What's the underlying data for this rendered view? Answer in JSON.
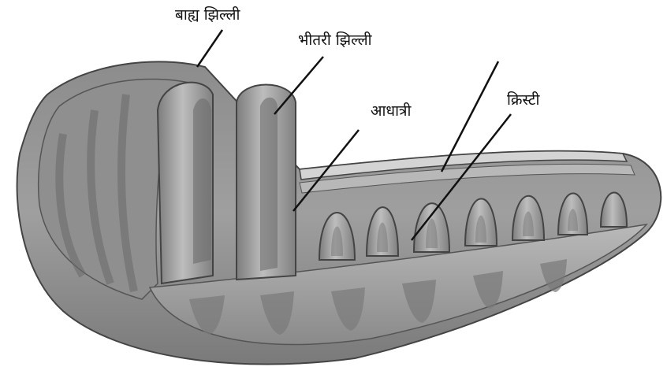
{
  "diagram": {
    "labels": {
      "outer_membrane": "बाह्य झिल्ली",
      "inner_membrane": "भीतरी झिल्ली",
      "matrix": "आधात्री",
      "cristae": "क्रिस्टी"
    },
    "colors": {
      "background": "#ffffff",
      "organelle_dark": "#6f6f6f",
      "organelle_mid": "#9a9a9a",
      "organelle_light": "#c9c9c9",
      "leader_line": "#111111"
    }
  }
}
